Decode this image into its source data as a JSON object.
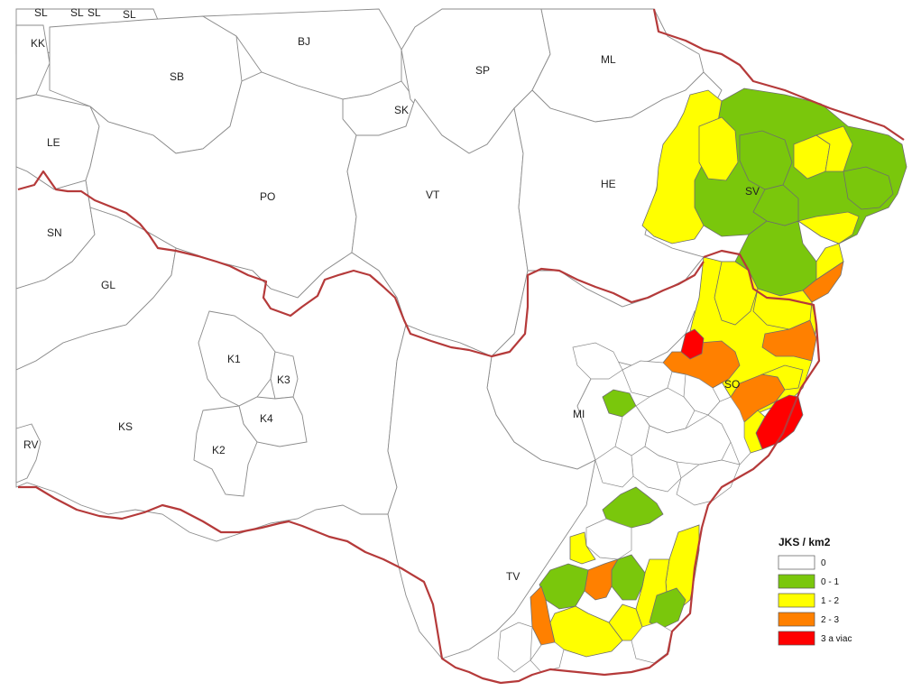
{
  "map": {
    "district_labels": {
      "sl1": "SL",
      "sl2": "SL",
      "sl3": "SL",
      "sl4": "SL",
      "kk": "KK",
      "bj": "BJ",
      "sp": "SP",
      "ml": "ML",
      "sb": "SB",
      "sk": "SK",
      "le": "LE",
      "po": "PO",
      "vt": "VT",
      "he": "HE",
      "sv": "SV",
      "sn": "SN",
      "gl": "GL",
      "k1": "K1",
      "k3": "K3",
      "k4": "K4",
      "k2": "K2",
      "ks": "KS",
      "rv": "RV",
      "so": "SO",
      "mi": "MI",
      "tv": "TV"
    },
    "colors": {
      "c0": "#ffffff",
      "c1": "#7ac70c",
      "c2": "#ffff00",
      "c3": "#ff8000",
      "c4": "#ff0000",
      "border": "#b53a3a"
    }
  },
  "legend": {
    "title": "JKS / km2",
    "items": [
      {
        "label": "0",
        "color": "#ffffff"
      },
      {
        "label": "0 - 1",
        "color": "#7ac70c"
      },
      {
        "label": "1 - 2",
        "color": "#ffff00"
      },
      {
        "label": "2 - 3",
        "color": "#ff8000"
      },
      {
        "label": "3 a viac",
        "color": "#ff0000"
      }
    ]
  }
}
